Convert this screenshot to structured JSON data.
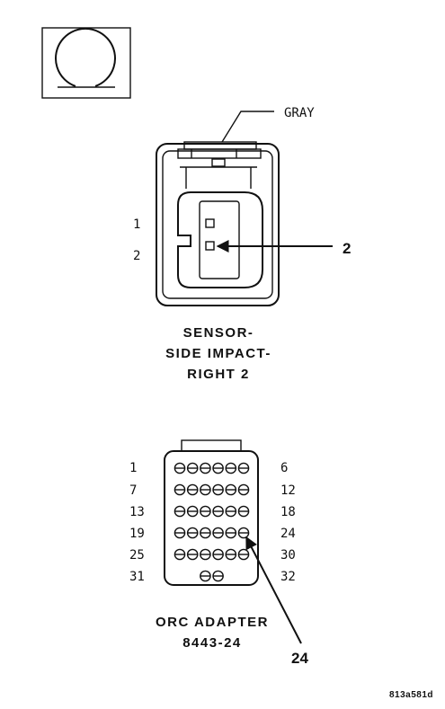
{
  "symbol": {
    "icon": "connector-view-circle-icon"
  },
  "sensor_connector": {
    "wire_color": "GRAY",
    "pin_labels": [
      "1",
      "2"
    ],
    "callout": "2",
    "title_lines": [
      "SENSOR-",
      "SIDE IMPACT-",
      "RIGHT 2"
    ]
  },
  "adapter_connector": {
    "pin_rows": [
      {
        "left": "1",
        "right": "6",
        "count": 6
      },
      {
        "left": "7",
        "right": "12",
        "count": 6
      },
      {
        "left": "13",
        "right": "18",
        "count": 6
      },
      {
        "left": "19",
        "right": "24",
        "count": 6
      },
      {
        "left": "25",
        "right": "30",
        "count": 6
      },
      {
        "left": "31",
        "right": "32",
        "count": 2
      }
    ],
    "callout": "24",
    "title_lines": [
      "ORC ADAPTER",
      "8443-24"
    ]
  },
  "figure_code": "813a581d"
}
